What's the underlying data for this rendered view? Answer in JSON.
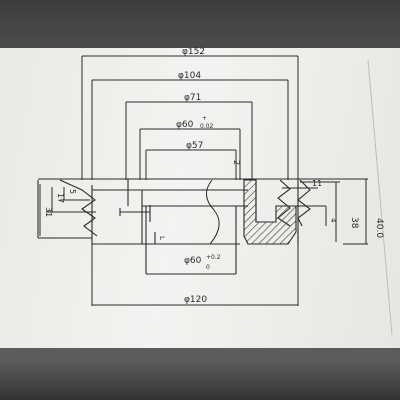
{
  "dimensions": {
    "d152": "φ152",
    "d104": "φ104",
    "d71": "φ71",
    "d60top_main": "φ60",
    "d60top_sup": "+",
    "d60top_sub": "0.02",
    "d57": "φ57",
    "d60bottom_main": "φ60",
    "d60bottom_sup": "+0.2",
    "d60bottom_sub": "0",
    "d120": "φ120",
    "h40": "40.0",
    "h38": "38",
    "h31": "31",
    "h17": "17",
    "h5": "5",
    "w11": "11",
    "w4": "4",
    "mark_2": "2",
    "mark_L": "L"
  },
  "colors": {
    "ink": "#2a2a2a",
    "hatch": "#3a3a3a",
    "paper": "#efefec",
    "background": "#4a4a4a"
  }
}
